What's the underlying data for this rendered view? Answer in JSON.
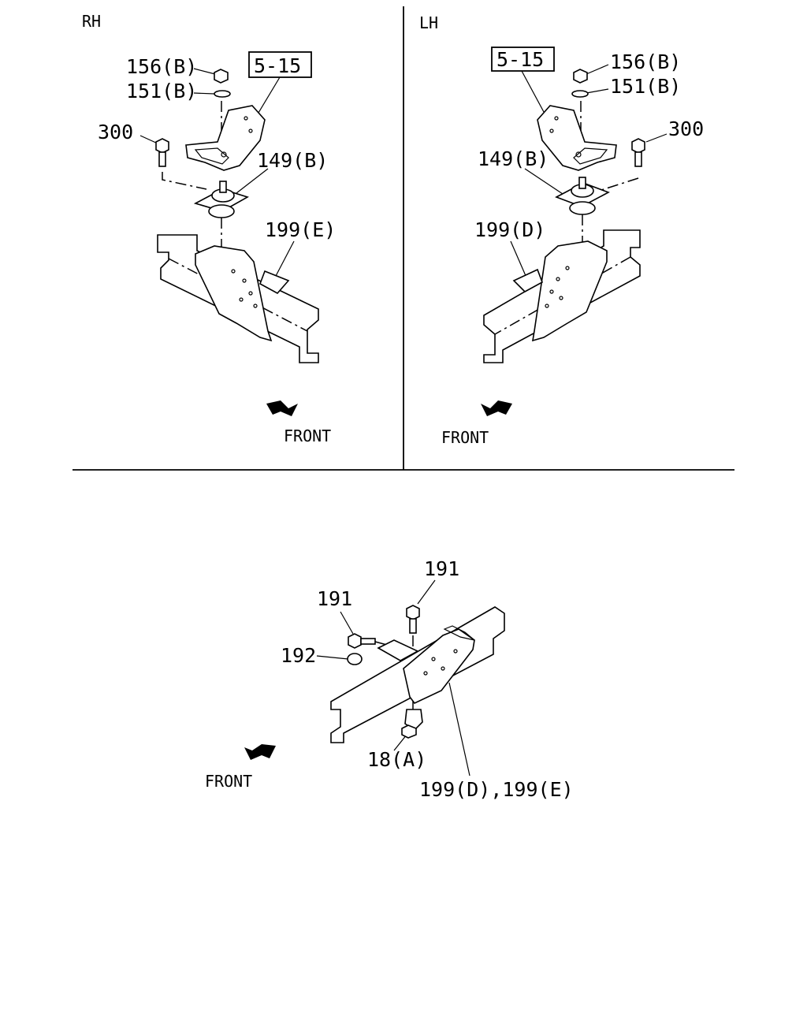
{
  "panels": {
    "rh": {
      "title": "RH",
      "ref_box": "5-15",
      "labels": [
        "156(B)",
        "151(B)",
        "300",
        "149(B)",
        "199(E)"
      ],
      "front": "FRONT"
    },
    "lh": {
      "title": "LH",
      "ref_box": "5-15",
      "labels": [
        "156(B)",
        "151(B)",
        "300",
        "149(B)",
        "199(D)"
      ],
      "front": "FRONT"
    },
    "bottom": {
      "labels": [
        "191",
        "191",
        "192",
        "18(A)",
        "199(D),199(E)"
      ],
      "front": "FRONT"
    }
  },
  "colors": {
    "line": "#000000",
    "background": "#ffffff"
  }
}
